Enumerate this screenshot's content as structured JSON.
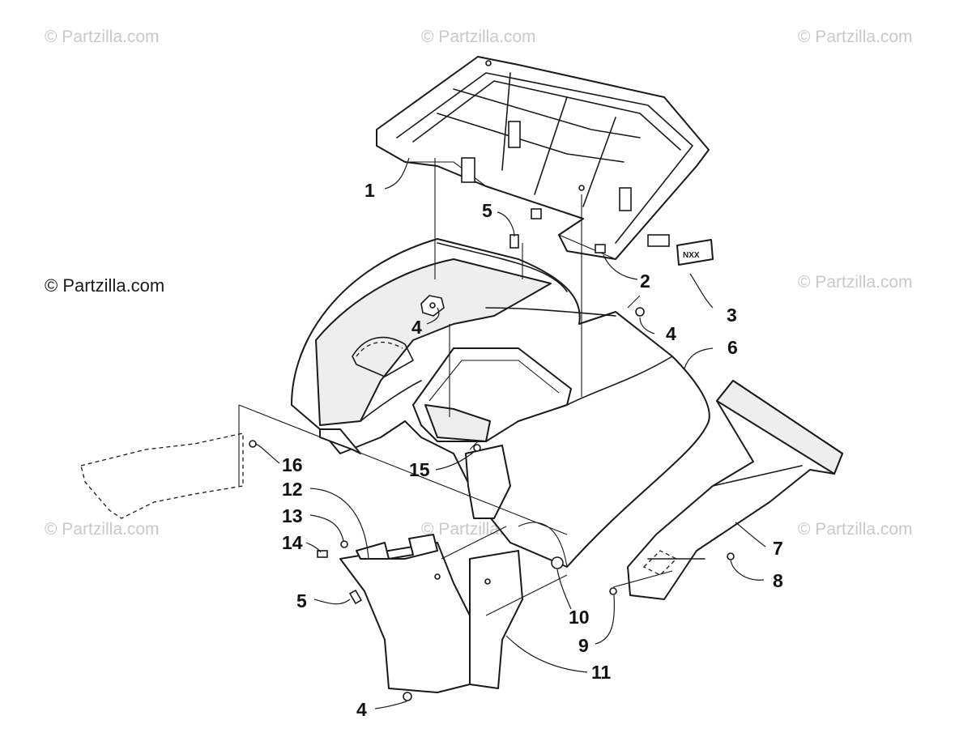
{
  "watermark": "© Partzilla.com",
  "callouts": {
    "c1": "1",
    "c2": "2",
    "c3": "3",
    "c4a": "4",
    "c4b": "4",
    "c4c": "4",
    "c5a": "5",
    "c5b": "5",
    "c6": "6",
    "c7": "7",
    "c8": "8",
    "c9": "9",
    "c10": "10",
    "c11": "11",
    "c12": "12",
    "c13": "13",
    "c14": "14",
    "c15": "15",
    "c16": "16"
  },
  "decal_text": "NXX"
}
